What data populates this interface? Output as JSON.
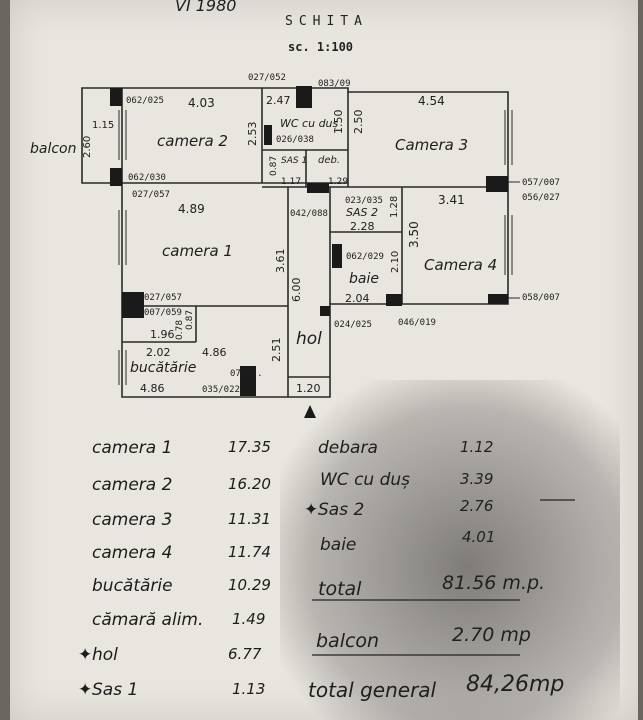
{
  "header": {
    "scrawl": "VI 1980",
    "title": "SCHITA",
    "scale": "sc. 1:100"
  },
  "rooms": {
    "camera1": "camera 1",
    "camera2": "camera 2",
    "camera3": "Camera 3",
    "camera4": "Camera 4",
    "balcon": "balcon",
    "wc": "WC cu duș",
    "sas1": "SAS 1",
    "deb": "deb.",
    "sas2": "SAS 2",
    "baie": "baie",
    "bucatarie": "bucătărie",
    "hol": "hol"
  },
  "dimensions": {
    "d403": "4.03",
    "d247": "2.47",
    "d454": "4.54",
    "d115": "1.15",
    "d260": "2.60",
    "d253": "2.53",
    "d150": "1.50",
    "d250": "2.50",
    "d087": "0.87",
    "d117": "1.17",
    "d129": "1.29",
    "d489": "4.89",
    "d228": "2.28",
    "d128": "1.28",
    "d341": "3.41",
    "d350": "3.50",
    "d361": "3.61",
    "d600": "6.00",
    "d210": "2.10",
    "d204": "2.04",
    "d196": "1.96",
    "d087b": "0.87",
    "d078": "0.78",
    "d202": "2.02",
    "d486": "4.86",
    "d486b": "4.86",
    "d251": "2.51",
    "d120": "1.20"
  },
  "codes": {
    "c027_052": "027/052",
    "c083_09": "083/09",
    "c062_025": "062/025",
    "c026_038": "026/038",
    "c062_030": "062/030",
    "c027_057a": "027/057",
    "c057_007": "057/007",
    "c056_027": "056/027",
    "c042_088": "042/088",
    "c023_035": "023/035",
    "c062_029": "062/029",
    "c027_057b": "027/057",
    "c007_059": "007/059",
    "c024_025": "024/025",
    "c046_019": "046/019",
    "c058_007": "058/007",
    "c071": "071/..",
    "c035_022": "035/022"
  },
  "legend": {
    "left": [
      {
        "name": "camera 1",
        "value": "17.35"
      },
      {
        "name": "camera 2",
        "value": "16.20"
      },
      {
        "name": "camera 3",
        "value": "11.31"
      },
      {
        "name": "camera 4",
        "value": "11.74"
      },
      {
        "name": "bucătărie",
        "value": "10.29"
      },
      {
        "name": "cămară alim.",
        "value": "1.49"
      },
      {
        "name": "hol",
        "value": "6.77"
      },
      {
        "name": "Sas 1",
        "value": "1.13"
      }
    ],
    "right": [
      {
        "name": "debara",
        "value": "1.12"
      },
      {
        "name": "WC cu duș",
        "value": "3.39"
      },
      {
        "name": "Sas 2",
        "value": "2.76"
      },
      {
        "name": "baie",
        "value": "4.01"
      }
    ],
    "total_label": "total",
    "total_value": "81.56 m.p.",
    "balcon_label": "balcon",
    "balcon_value": "2.70 mp",
    "general_label": "total general",
    "general_value": "84,26mp"
  }
}
